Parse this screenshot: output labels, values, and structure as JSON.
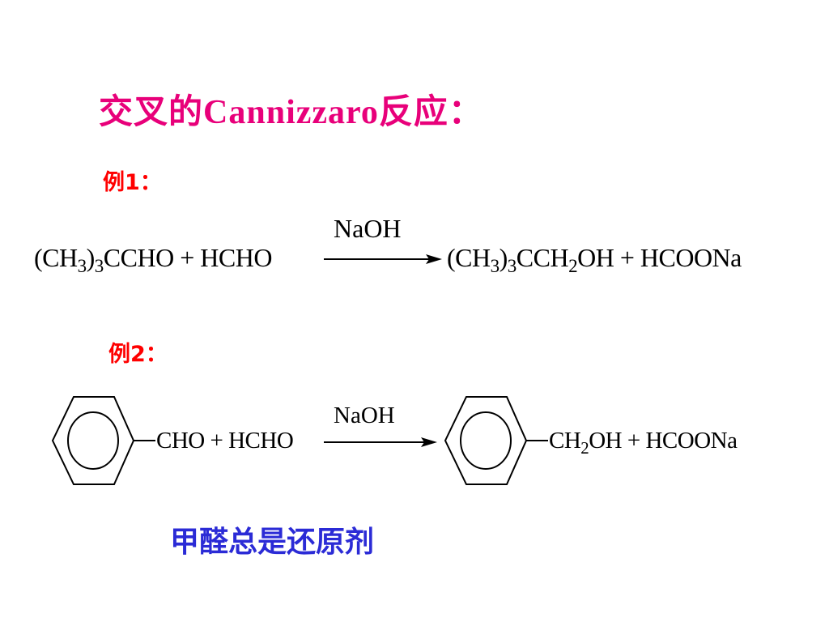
{
  "slide": {
    "title_prefix": "交叉的",
    "title_name": "Cannizzaro",
    "title_suffix": "反应：",
    "colors": {
      "title": "#e8007a",
      "label": "#ff0000",
      "note": "#2b2bd6",
      "text": "#000000"
    }
  },
  "example1": {
    "label": "例1：",
    "reactant1_prefix": "(CH",
    "reactant1_sub1": "3",
    "reactant1_mid": ")",
    "reactant1_sub2": "3",
    "reactant1_suffix": "CCHO",
    "plus1": " + ",
    "reactant2": "HCHO",
    "reagent": "NaOH",
    "product1_prefix": "(CH",
    "product1_sub1": "3",
    "product1_mid": ")",
    "product1_sub2": "3",
    "product1_mid2": "CCH",
    "product1_sub3": "2",
    "product1_suffix": "OH",
    "plus2": " + ",
    "product2": "HCOONa"
  },
  "example2": {
    "label": "例2：",
    "reactant1_group": "CHO",
    "plus1": " + ",
    "reactant2": "HCHO",
    "reagent": "NaOH",
    "product1_prefix": "CH",
    "product1_sub": "2",
    "product1_suffix": "OH",
    "plus2": " + ",
    "product2": "HCOONa"
  },
  "note": "甲醛总是还原剂"
}
